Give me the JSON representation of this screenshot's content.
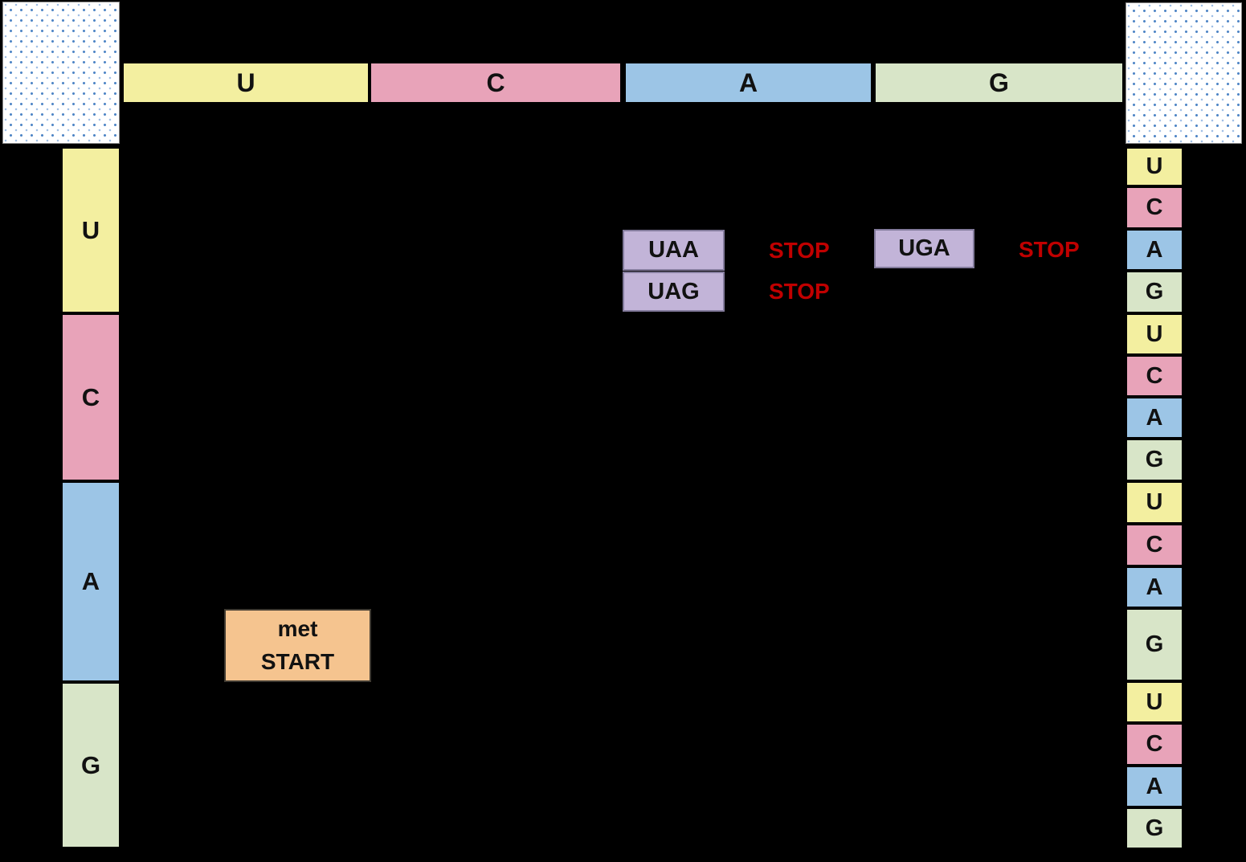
{
  "palette": {
    "background": "#000000",
    "yellow": "#F3EFA0",
    "pink": "#E8A3B9",
    "blue": "#9CC5E6",
    "green": "#D8E5C8",
    "purple": "#C2B4D8",
    "purple_border": "#837B9C",
    "orange": "#F5C48F",
    "stop_red": "#C00000",
    "dot_blue": "#4F86C6"
  },
  "top_header": {
    "cells": [
      {
        "label": "U"
      },
      {
        "label": "C"
      },
      {
        "label": "A"
      },
      {
        "label": "G"
      }
    ]
  },
  "left_header": {
    "cells": [
      {
        "label": "U"
      },
      {
        "label": "C"
      },
      {
        "label": "A"
      },
      {
        "label": "G"
      }
    ]
  },
  "right_subheader": {
    "cells": [
      {
        "label": "U"
      },
      {
        "label": "C"
      },
      {
        "label": "A"
      },
      {
        "label": "G"
      },
      {
        "label": "U"
      },
      {
        "label": "C"
      },
      {
        "label": "A"
      },
      {
        "label": "G"
      },
      {
        "label": "U"
      },
      {
        "label": "C"
      },
      {
        "label": "A"
      },
      {
        "label": "G"
      },
      {
        "label": "U"
      },
      {
        "label": "C"
      },
      {
        "label": "A"
      },
      {
        "label": "G"
      }
    ]
  },
  "codon_boxes": {
    "uaa": {
      "label": "UAA"
    },
    "uag": {
      "label": "UAG"
    },
    "uga": {
      "label": "UGA"
    },
    "start": {
      "line1": "met",
      "line2": "START"
    }
  },
  "stop_labels": {
    "uaa": "STOP",
    "uag": "STOP",
    "uga": "STOP"
  }
}
